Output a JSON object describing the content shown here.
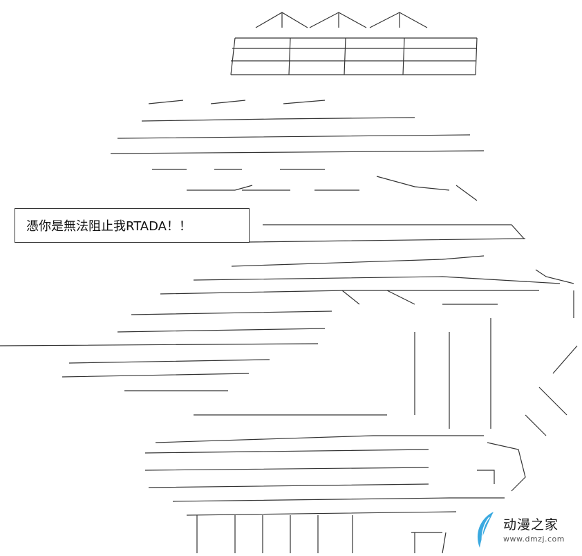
{
  "speech_bubble": {
    "text": "憑你是無法阻止我RTADA！！"
  },
  "watermark": {
    "title": "动漫之家",
    "url": "www.dmzj.com",
    "accent": "#3aa9e0"
  }
}
